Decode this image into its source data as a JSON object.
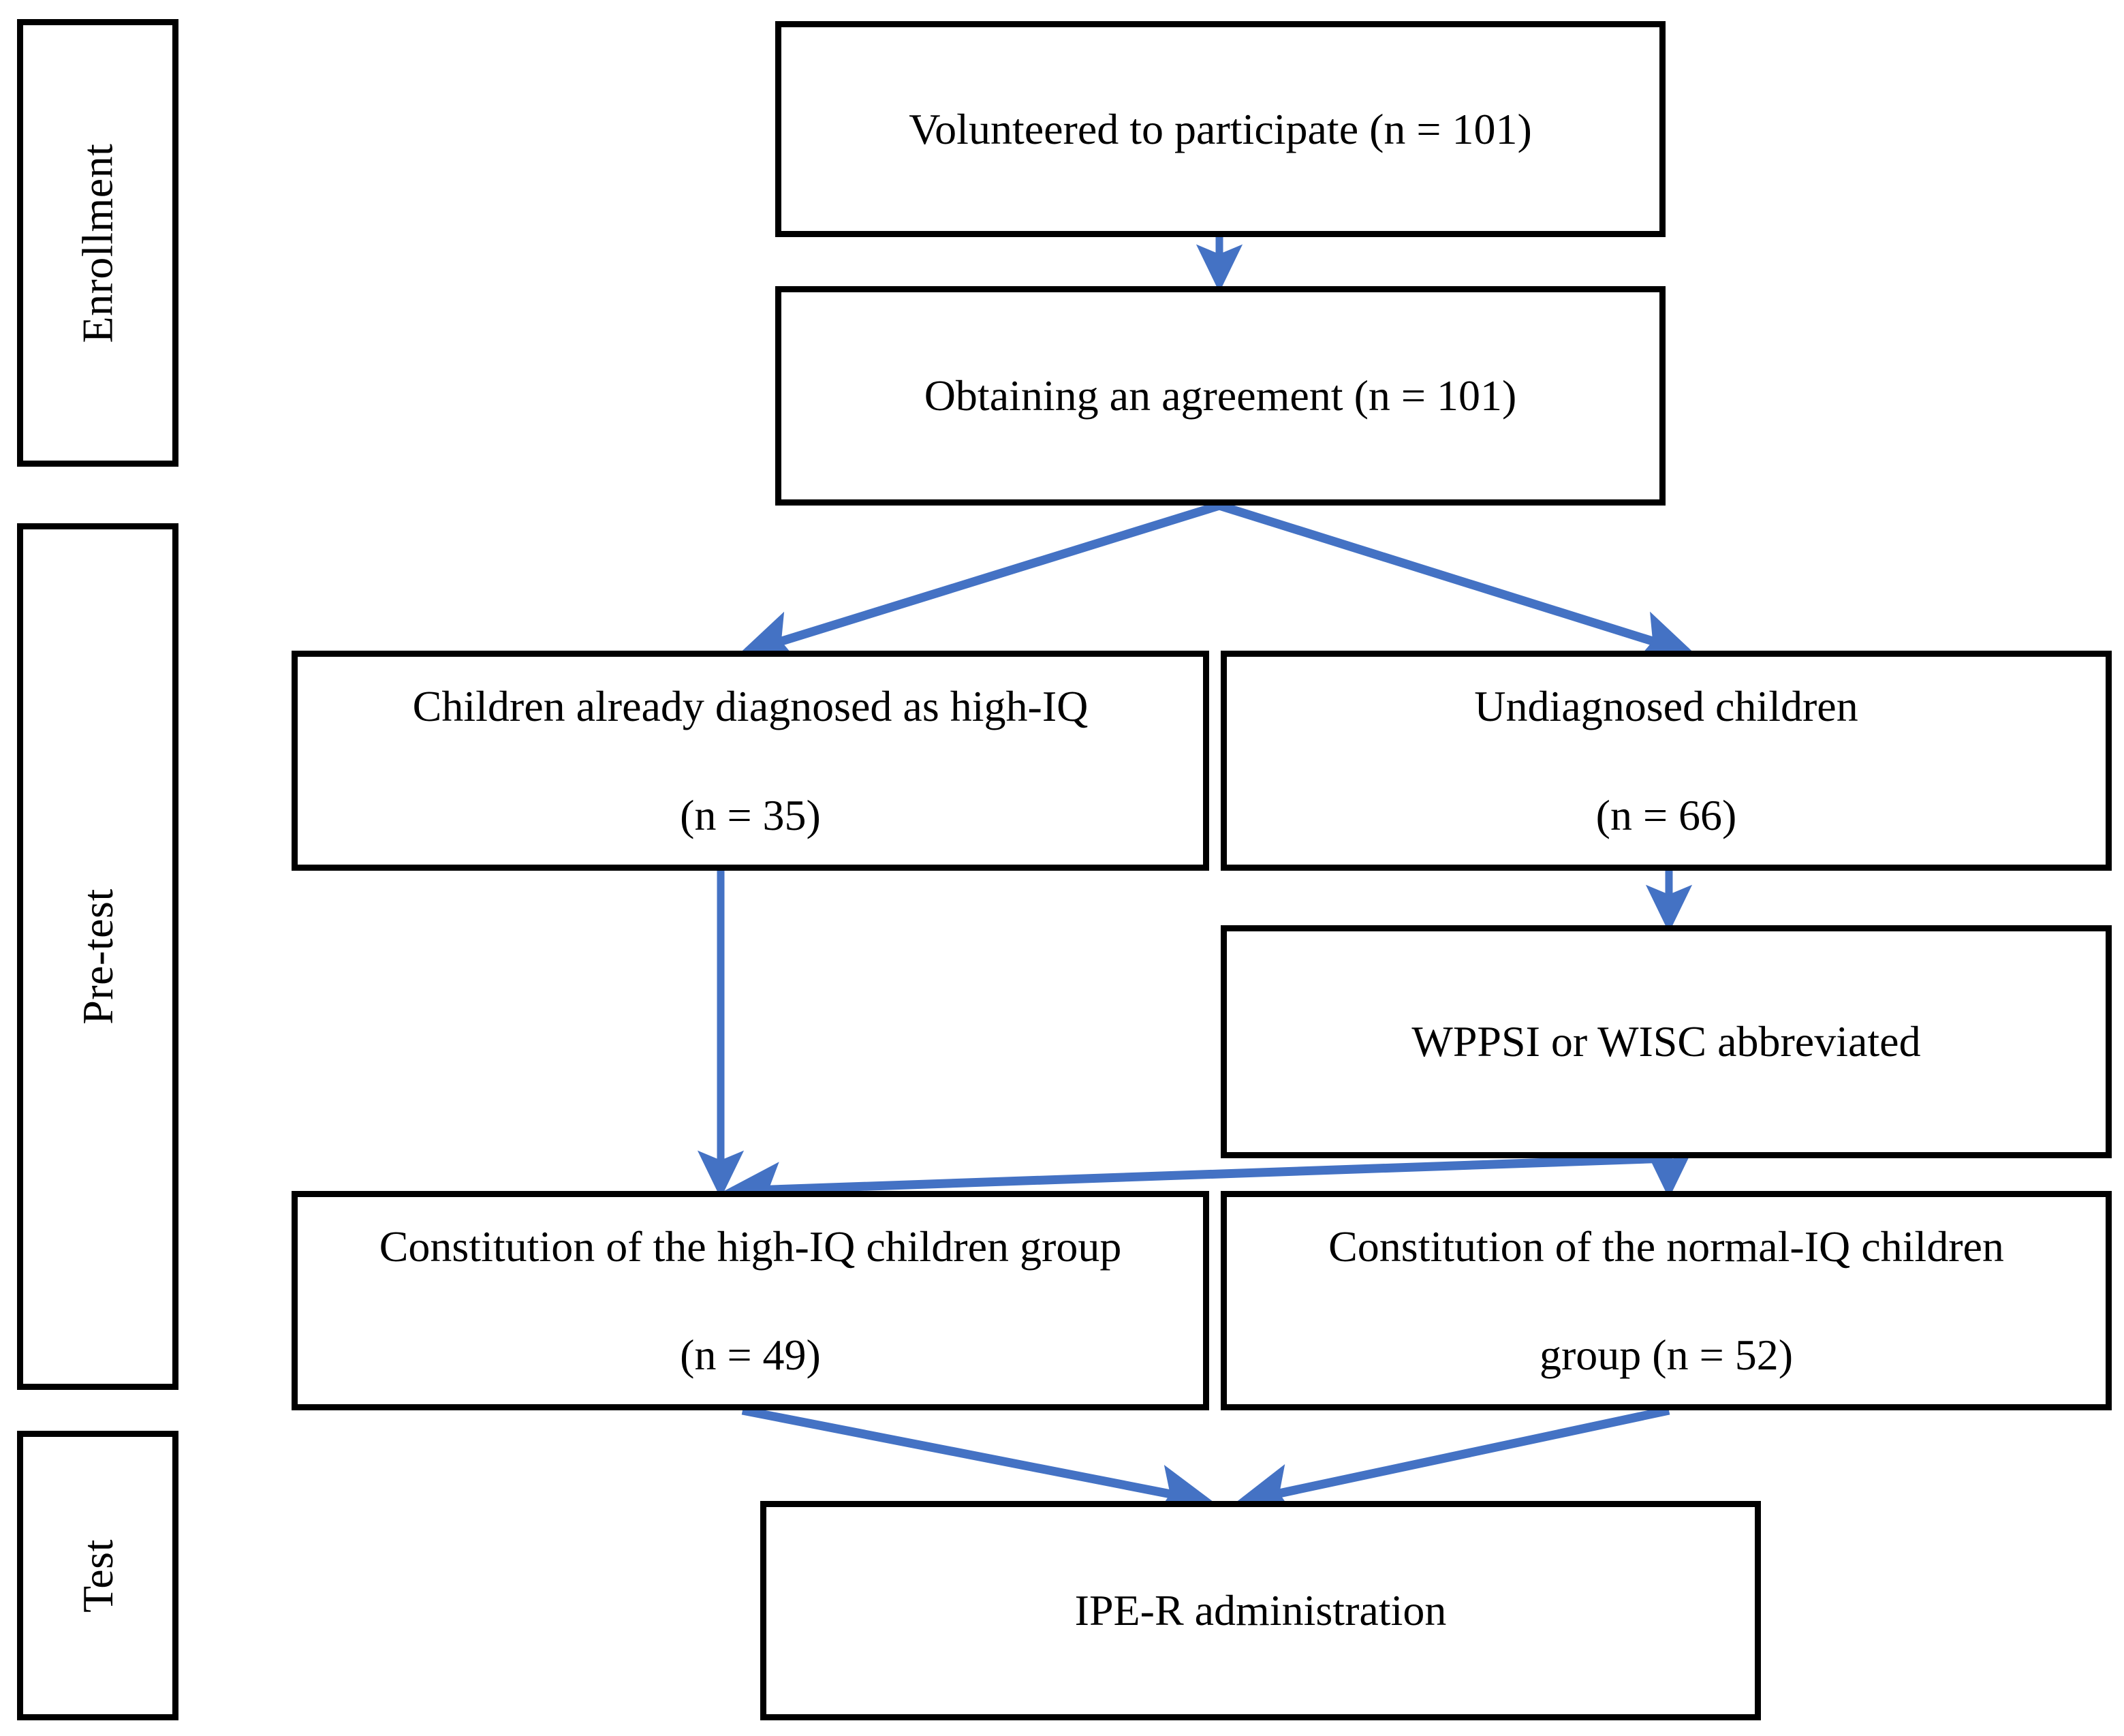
{
  "figure": {
    "type": "flowchart",
    "orientation": "top-to-bottom",
    "edge_color": "#4472C4",
    "box_border_color": "#000000",
    "background_color": "#FFFFFF"
  },
  "stages": [
    {
      "id": "enrollment",
      "label": "Enrollment"
    },
    {
      "id": "pre-test",
      "label": "Pre-test"
    },
    {
      "id": "test",
      "label": "Test"
    }
  ],
  "nodes": [
    {
      "id": "volunteered",
      "stage": "enrollment",
      "lines": [
        "Volunteered to participate (n = 101)"
      ],
      "n": 101
    },
    {
      "id": "agreement",
      "stage": "enrollment",
      "lines": [
        "Obtaining an agreement (n = 101)"
      ],
      "n": 101
    },
    {
      "id": "already-diagnosed",
      "stage": "pre-test",
      "lines": [
        "Children already diagnosed as high-IQ",
        "(n = 35)"
      ],
      "n": 35
    },
    {
      "id": "undiagnosed",
      "stage": "pre-test",
      "lines": [
        "Undiagnosed children",
        "(n = 66)"
      ],
      "n": 66
    },
    {
      "id": "wppsi-wisc",
      "stage": "pre-test",
      "lines": [
        "WPPSI or WISC abbreviated"
      ],
      "n": null
    },
    {
      "id": "high-iq-group",
      "stage": "pre-test",
      "lines": [
        "Constitution of the high-IQ children group",
        "(n = 49)"
      ],
      "n": 49
    },
    {
      "id": "normal-iq-group",
      "stage": "pre-test",
      "lines": [
        "Constitution of the normal-IQ children",
        "group (n = 52)"
      ],
      "n": 52
    },
    {
      "id": "ipe-r",
      "stage": "test",
      "lines": [
        "IPE-R administration"
      ],
      "n": null
    }
  ],
  "edges": [
    {
      "from": "volunteered",
      "to": "agreement",
      "style": "straight-arrow"
    },
    {
      "from": "agreement",
      "to": "already-diagnosed",
      "style": "diagonal-arrow"
    },
    {
      "from": "agreement",
      "to": "undiagnosed",
      "style": "diagonal-arrow"
    },
    {
      "from": "already-diagnosed",
      "to": "high-iq-group",
      "style": "straight-arrow"
    },
    {
      "from": "undiagnosed",
      "to": "wppsi-wisc",
      "style": "straight-arrow"
    },
    {
      "from": "wppsi-wisc",
      "to": "high-iq-group",
      "style": "diagonal-arrow"
    },
    {
      "from": "wppsi-wisc",
      "to": "normal-iq-group",
      "style": "straight-arrow"
    },
    {
      "from": "high-iq-group",
      "to": "ipe-r",
      "style": "diagonal-arrow"
    },
    {
      "from": "normal-iq-group",
      "to": "ipe-r",
      "style": "diagonal-arrow"
    }
  ]
}
